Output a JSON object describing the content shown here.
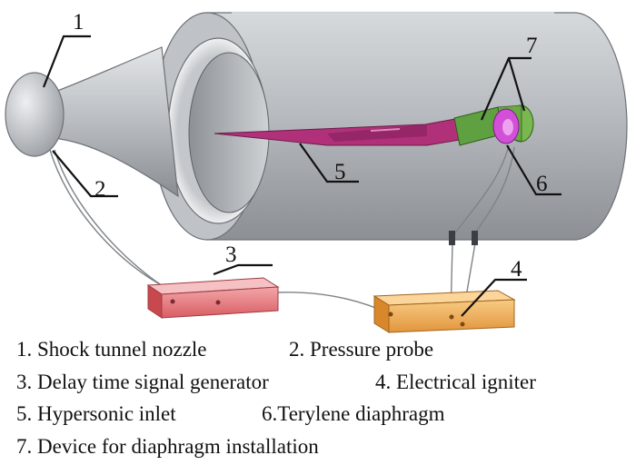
{
  "callouts": {
    "c1": "1",
    "c2": "2",
    "c3": "3",
    "c4": "4",
    "c5": "5",
    "c6": "6",
    "c7": "7"
  },
  "legend": {
    "row1": {
      "left": "1. Shock tunnel nozzle",
      "right": "2. Pressure probe"
    },
    "row2": {
      "left": "3. Delay time signal generator",
      "right": "4. Electrical igniter"
    },
    "row3": {
      "left": "5. Hypersonic inlet",
      "right": "6.Terylene diaphragm"
    },
    "row4": {
      "left": "7. Device for diaphragm installation"
    }
  },
  "colors": {
    "tunnel_body": "#a9adb2",
    "nozzle": "#b8bcc0",
    "inlet": "#b0317a",
    "igniter_housing": "#5fa040",
    "diaphragm": "#d24fd8",
    "delay_generator": "#e46f74",
    "electrical_igniter": "#eba245"
  }
}
